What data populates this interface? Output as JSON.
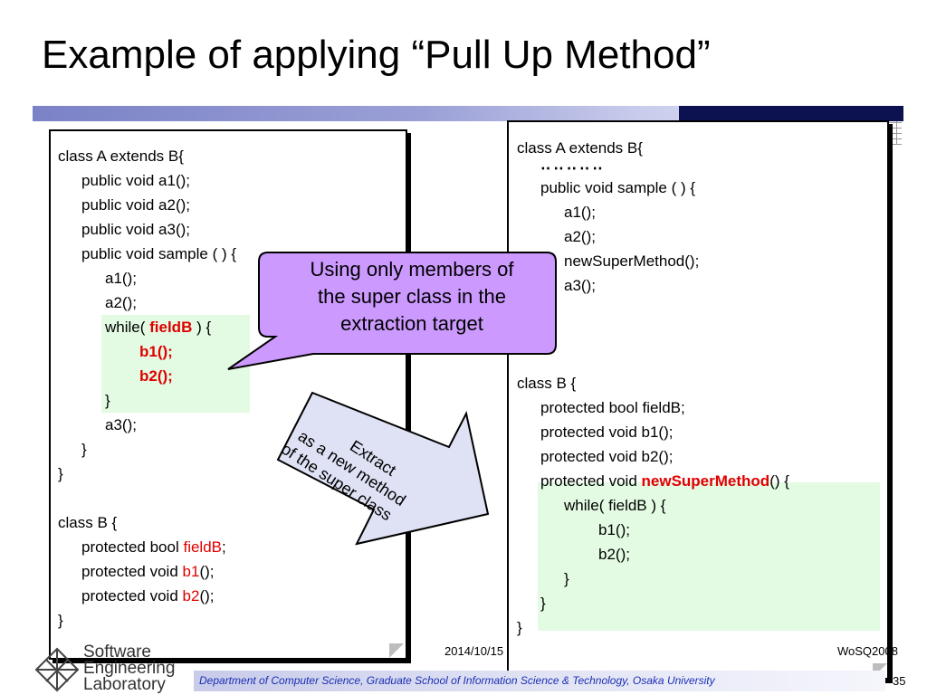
{
  "title": "Example of applying “Pull Up Method”",
  "left_code": {
    "l1": "class A  extends B{",
    "l2": "public void a1();",
    "l3": "public void a2();",
    "l4": "public void a3();",
    "l5": "public void sample ( ) {",
    "l6": "a1();",
    "l7": "a2();",
    "l8a": "while( ",
    "l8b": "fieldB",
    "l8c": " ) {",
    "l9": "b1();",
    "l10": "b2();",
    "l11": "}",
    "l12": "a3();",
    "l13": "}",
    "l14": "}",
    "l15": "class B {",
    "l16a": "protected bool ",
    "l16b": "fieldB",
    "l16c": ";",
    "l17a": "protected void ",
    "l17b": "b1",
    "l17c": "();",
    "l18a": "protected void ",
    "l18b": "b2",
    "l18c": "();",
    "l19": "}"
  },
  "right_code": {
    "l1": "class A  extends B{",
    "dots": "‥‥‥‥‥",
    "l2": "public void sample ( ) {",
    "l3": "a1();",
    "l4": "a2();",
    "l5": "newSuperMethod();",
    "l6": "a3();",
    "l7": "class B {",
    "l8": "protected bool fieldB;",
    "l9": "protected void b1();",
    "l10": "protected void b2();",
    "l11a": "protected void ",
    "l11b": "newSuperMethod",
    "l11c": "() {",
    "l12": "while( fieldB ) {",
    "l13": "b1();",
    "l14": "b2();",
    "l15": "}",
    "l16": "}",
    "l17": "}"
  },
  "callout": {
    "line1": "Using only members of",
    "line2": "the super class in the",
    "line3": "extraction target"
  },
  "arrow_label": {
    "line1": "Extract",
    "line2": "as a new method",
    "line3": "of the super class"
  },
  "footer": {
    "date": "2014/10/15",
    "conference": "WoSQ2008",
    "page": "35",
    "department": "Department of Computer Science, Graduate School of Information Science & Technology, Osaka University"
  },
  "logo": {
    "line1": "Software",
    "line2": "Engineering",
    "line3": "Laboratory"
  },
  "colors": {
    "highlight": "#e3fbe3",
    "callout_fill": "#cc99ff",
    "arrow_fill": "#dfe2f5",
    "accent_red": "#e00000",
    "title_bar": "#0c1250",
    "department_text": "#1b2fb5"
  }
}
